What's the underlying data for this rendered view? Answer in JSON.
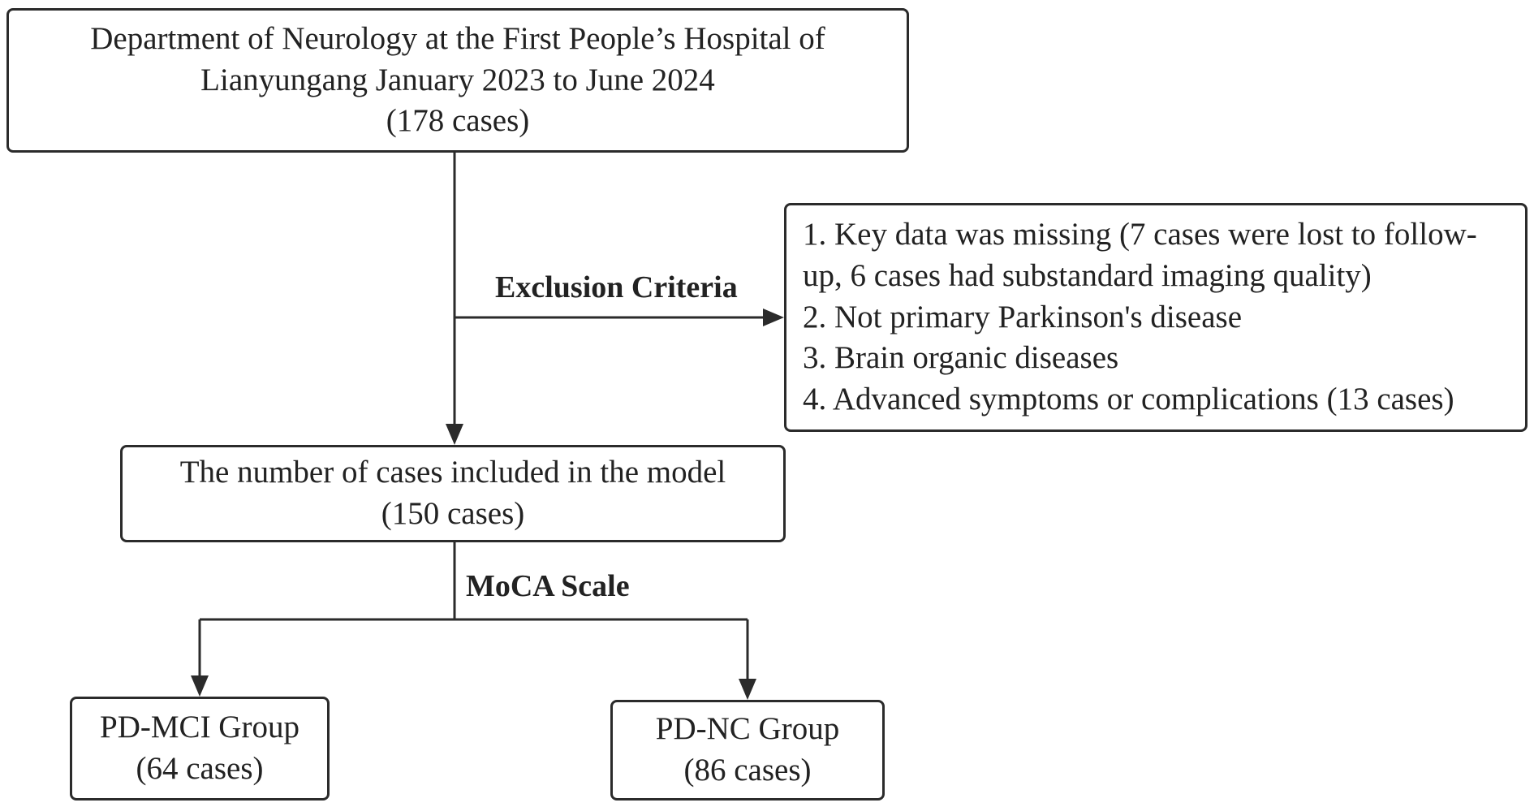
{
  "source_box": {
    "lines": [
      "Department of Neurology at the First People’s Hospital of",
      "Lianyungang January 2023 to June 2024",
      "(178 cases)"
    ]
  },
  "exclusion": {
    "label": "Exclusion Criteria",
    "lines": [
      "1. Key data was missing (7 cases were lost to follow-",
      "up, 6 cases had substandard imaging quality)",
      "2. Not primary Parkinson's disease",
      "3. Brain organic diseases",
      "4. Advanced symptoms or complications (13 cases)"
    ]
  },
  "included_box": {
    "lines": [
      "The number of cases included in the model",
      "(150 cases)"
    ]
  },
  "split": {
    "label": "MoCA Scale"
  },
  "groups": [
    {
      "lines": [
        "PD-MCI Group",
        "(64 cases)"
      ]
    },
    {
      "lines": [
        "PD-NC Group",
        "(86 cases)"
      ]
    }
  ],
  "colors": {
    "stroke": "#2b2b2b",
    "text": "#222222",
    "background": "#ffffff"
  }
}
